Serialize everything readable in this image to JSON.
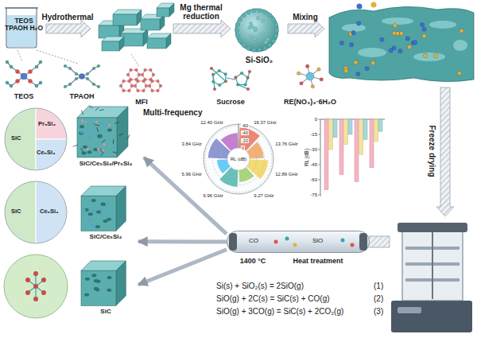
{
  "diagram": {
    "nodes": [
      {
        "text": [
          "TEOS TPAOH H₂O"
        ]
      },
      {
        "text": [
          "Si-SiO₂"
        ]
      },
      {
        "text": [
          "SiC",
          "Pr₅Si₄",
          "Ce₅Si₄"
        ]
      },
      {
        "text": [
          "SiC/Ce₅Si₄/Pr₅Si₄"
        ]
      },
      {
        "text": [
          "Ce₅Si₄",
          "SiC"
        ]
      },
      {
        "text": [
          "SiC/Ce₅Si₄"
        ]
      },
      {
        "text": [
          "SiC"
        ]
      },
      {
        "text": [
          "CO",
          "SiO"
        ]
      }
    ],
    "edges": [
      {
        "from": 7,
        "to": 3,
        "arrow": "to"
      },
      {
        "from": 7,
        "to": 5,
        "arrow": "to"
      },
      {
        "from": 7,
        "to": 6,
        "arrow": "to"
      }
    ],
    "labels": [
      "Hydrothermal",
      "Mg thermal reduction",
      "Mixing",
      "TEOS",
      "TPAOH",
      "MFI",
      "Sucrose",
      "RE(NO₃)₃·6H₂O",
      "Freeze drying",
      "Multi-frequency",
      "RL (dB)",
      "-60",
      "-40",
      "-20",
      "0",
      "16.37 GHz",
      "13.76 GHz",
      "12.89 GHz",
      "9.27 GHz",
      "6.96 GHz",
      "5.96 GHz",
      "3.84 GHz",
      "12.40 GHz",
      "1400 °C",
      "Heat treatment",
      "Si(s) + SiO₂(s) = 2SiO(g)",
      "(1)",
      "SiO(g) + 2C(s) = SiC(s) + CO(g)",
      "(2)",
      "SiO(g) + 3CO(g) = SiC(s) + 2CO₂(g)",
      "(3)",
      "0",
      "-15",
      "-30",
      "-45",
      "-60",
      "-75",
      "RL (dB)"
    ]
  }
}
